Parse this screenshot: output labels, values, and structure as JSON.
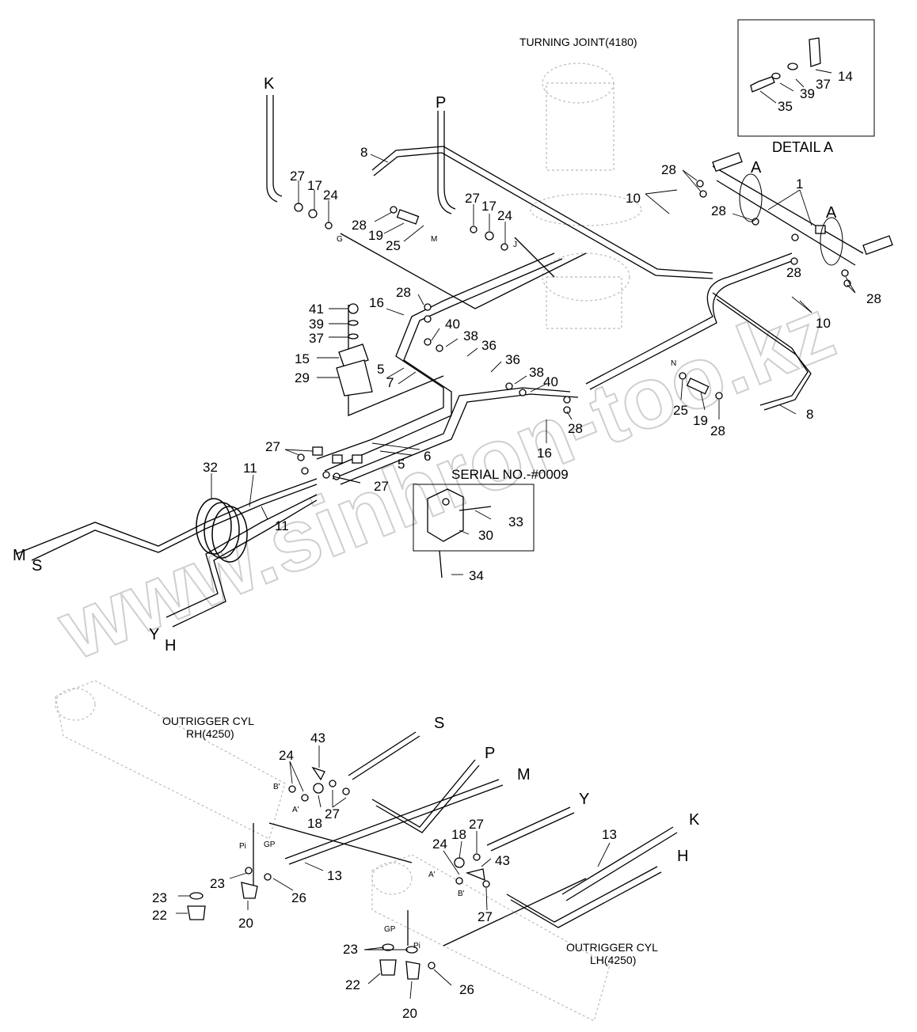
{
  "labels": {
    "turning_joint": "TURNING JOINT(4180)",
    "detail_a": "DETAIL A",
    "serial_no": "SERIAL NO.-#0009",
    "outrigger_rh_1": "OUTRIGGER CYL",
    "outrigger_rh_2": "RH(4250)",
    "outrigger_lh_1": "OUTRIGGER CYL",
    "outrigger_lh_2": "LH(4250)",
    "watermark": "www.sinhron-too.kz"
  },
  "line_ends": {
    "K": "K",
    "P": "P",
    "A1": "A",
    "A2": "A",
    "M": "M",
    "S": "S",
    "Y": "Y",
    "H": "H",
    "S2": "S",
    "P2": "P",
    "M2": "M",
    "Y2": "Y",
    "K2": "K",
    "H2": "H"
  },
  "ports": {
    "G": "G",
    "M": "M",
    "J": "J",
    "N": "N",
    "B1": "B'",
    "A1": "A'",
    "Pi1": "Pi",
    "GP1": "GP",
    "A2": "A'",
    "B2": "B'",
    "GP2": "GP",
    "Pi2": "Pi"
  },
  "callouts": {
    "c27a": "27",
    "c17a": "17",
    "c24a": "24",
    "c8a": "8",
    "c28a": "28",
    "c19a": "19",
    "c25a": "25",
    "c27b": "27",
    "c17b": "17",
    "c24b": "24",
    "c10a": "10",
    "c28b": "28",
    "c1": "1",
    "c28c": "28",
    "c28d": "28",
    "c28e": "28",
    "c10b": "10",
    "c14": "14",
    "c37a": "37",
    "c39a": "39",
    "c35": "35",
    "c41": "41",
    "c39b": "39",
    "c37b": "37",
    "c15": "15",
    "c29": "29",
    "c16a": "16",
    "c28f": "28",
    "c40a": "40",
    "c38a": "38",
    "c36a": "36",
    "c5a": "5",
    "c7": "7",
    "c36b": "36",
    "c38b": "38",
    "c40b": "40",
    "c28g": "28",
    "c16b": "16",
    "c25b": "25",
    "c19b": "19",
    "c28h": "28",
    "c8b": "8",
    "c27c": "27",
    "c27d": "27",
    "c5b": "5",
    "c6": "6",
    "c32": "32",
    "c11a": "11",
    "c11b": "11",
    "c33": "33",
    "c30": "30",
    "c34": "34",
    "c43a": "43",
    "c24c": "24",
    "c18a": "18",
    "c27e": "27",
    "c13a": "13",
    "c23a": "23",
    "c23b": "23",
    "c22a": "22",
    "c20a": "20",
    "c26a": "26",
    "c18b": "18",
    "c27f": "27",
    "c24d": "24",
    "c43b": "43",
    "c27g": "27",
    "c13b": "13",
    "c23c": "23",
    "c22b": "22",
    "c20b": "20",
    "c26b": "26"
  }
}
